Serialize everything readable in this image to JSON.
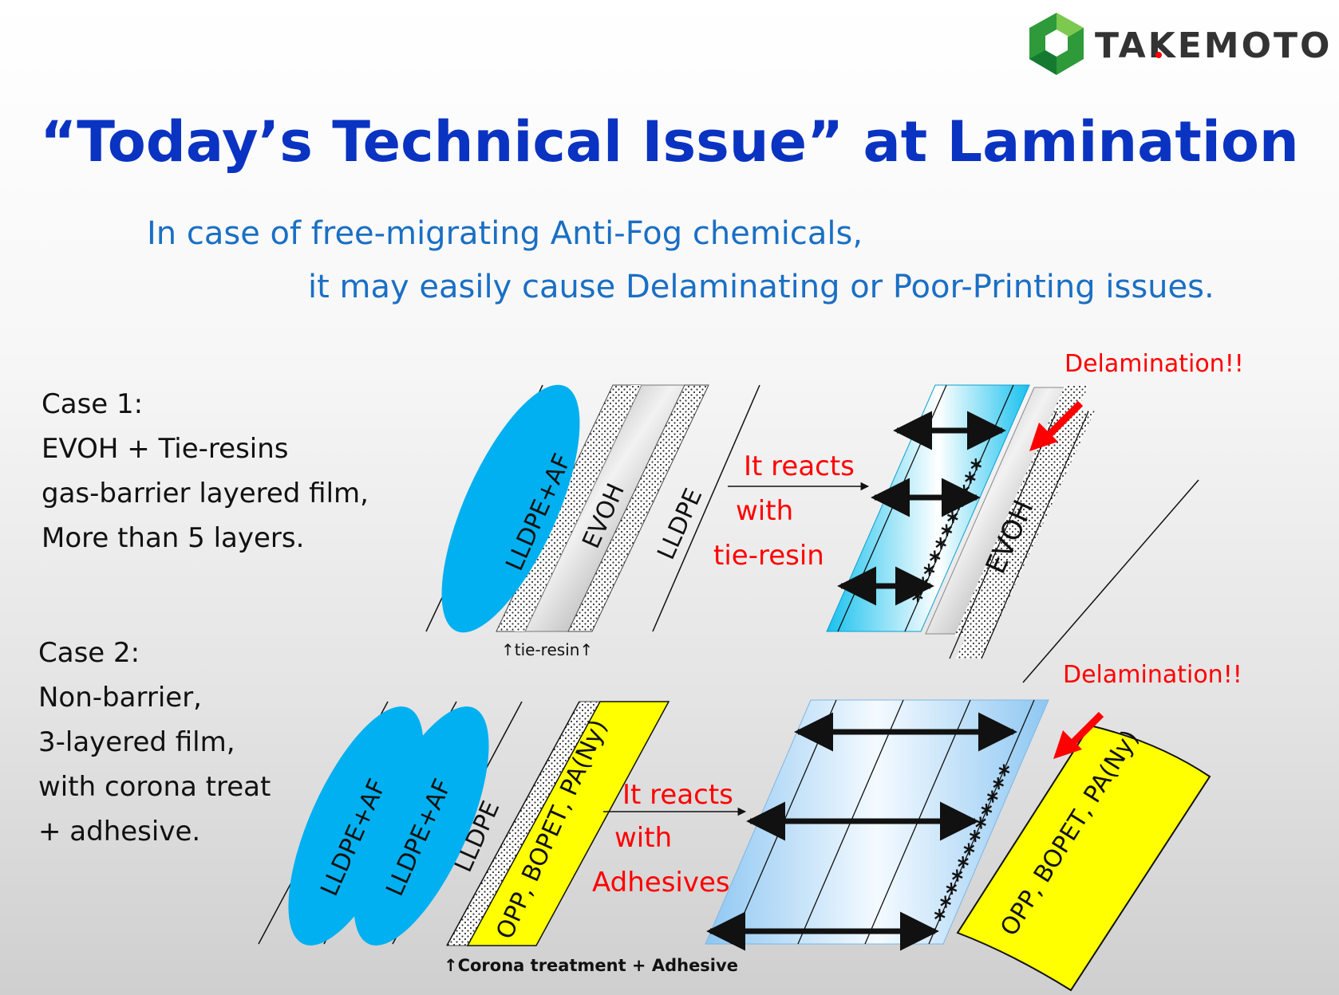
{
  "logo": {
    "name": "TAKEMOTO",
    "icon": "hexagon-logo-icon",
    "colors": [
      "#6cc04a",
      "#2e9a3a",
      "#157a30"
    ]
  },
  "title": "“Today’s Technical Issue” at Lamination",
  "subtitle": {
    "line1": "In case of free-migrating Anti-Fog chemicals,",
    "line2": "it may easily cause Delaminating or Poor-Printing issues."
  },
  "case1": {
    "lines": [
      "Case 1:",
      "EVOH + Tie-resins",
      "gas-barrier layered film,",
      "More than 5 layers."
    ],
    "layers": {
      "llde_af": "LLDPE+AF",
      "evoh": "EVOH",
      "lldpe": "LLDPE"
    },
    "tie_note": "↑tie-resin↑",
    "reaction": [
      "It reacts",
      "with",
      "tie-resin"
    ],
    "delamination": "Delamination!!",
    "stars": "***********",
    "evoh_after": "EVOH"
  },
  "case2": {
    "lines": [
      "Case 2:",
      "Non-barrier,",
      "3-layered film,",
      "with corona treat",
      "+ adhesive."
    ],
    "layers": {
      "llde_af_1": "LLDPE+AF",
      "llde_af_2": "LLDPE+AF",
      "lldpe": "LLDPE",
      "substrate": "OPP, BOPET, PA(Ny)"
    },
    "corona_note": "↑Corona treatment + Adhesive",
    "reaction": [
      "It reacts",
      "with",
      "Adhesives"
    ],
    "delamination": "Delamination!!",
    "stars": "************",
    "substrate_after": "OPP, BOPET, PA(Ny)"
  },
  "colors": {
    "title": "#0a33c2",
    "subtitle": "#1a6fc4",
    "af_blue": "#00b0f0",
    "cyan_band": "#1ec4ef",
    "light_blue_band": "#a9d3f5",
    "yellow": "#ffff00",
    "red": "#ff0000"
  }
}
